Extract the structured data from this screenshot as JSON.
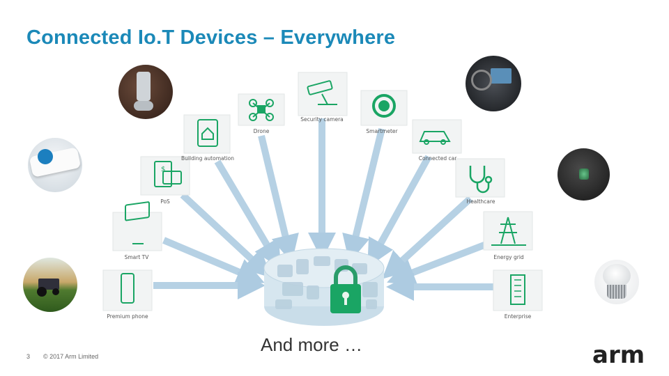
{
  "title": "Connected Io.T Devices – Everywhere",
  "devices": {
    "building_automation": "Building automation",
    "drone": "Drone",
    "security_camera": "Security camera",
    "smartmeter": "Smartmeter",
    "connected_car": "Connected car",
    "pos": "PoS",
    "healthcare": "Healthcare",
    "smart_tv": "Smart TV",
    "energy_grid": "Energy grid",
    "premium_phone": "Premium phone",
    "enterprise": "Enterprise"
  },
  "footer": {
    "more": "And more …",
    "page_number": "3",
    "copyright": "© 2017 Arm Limited",
    "logo": "arm"
  },
  "colors": {
    "title": "#1b89b8",
    "icon_green": "#1aa564",
    "arrow_fill": "#b7d3e6"
  }
}
